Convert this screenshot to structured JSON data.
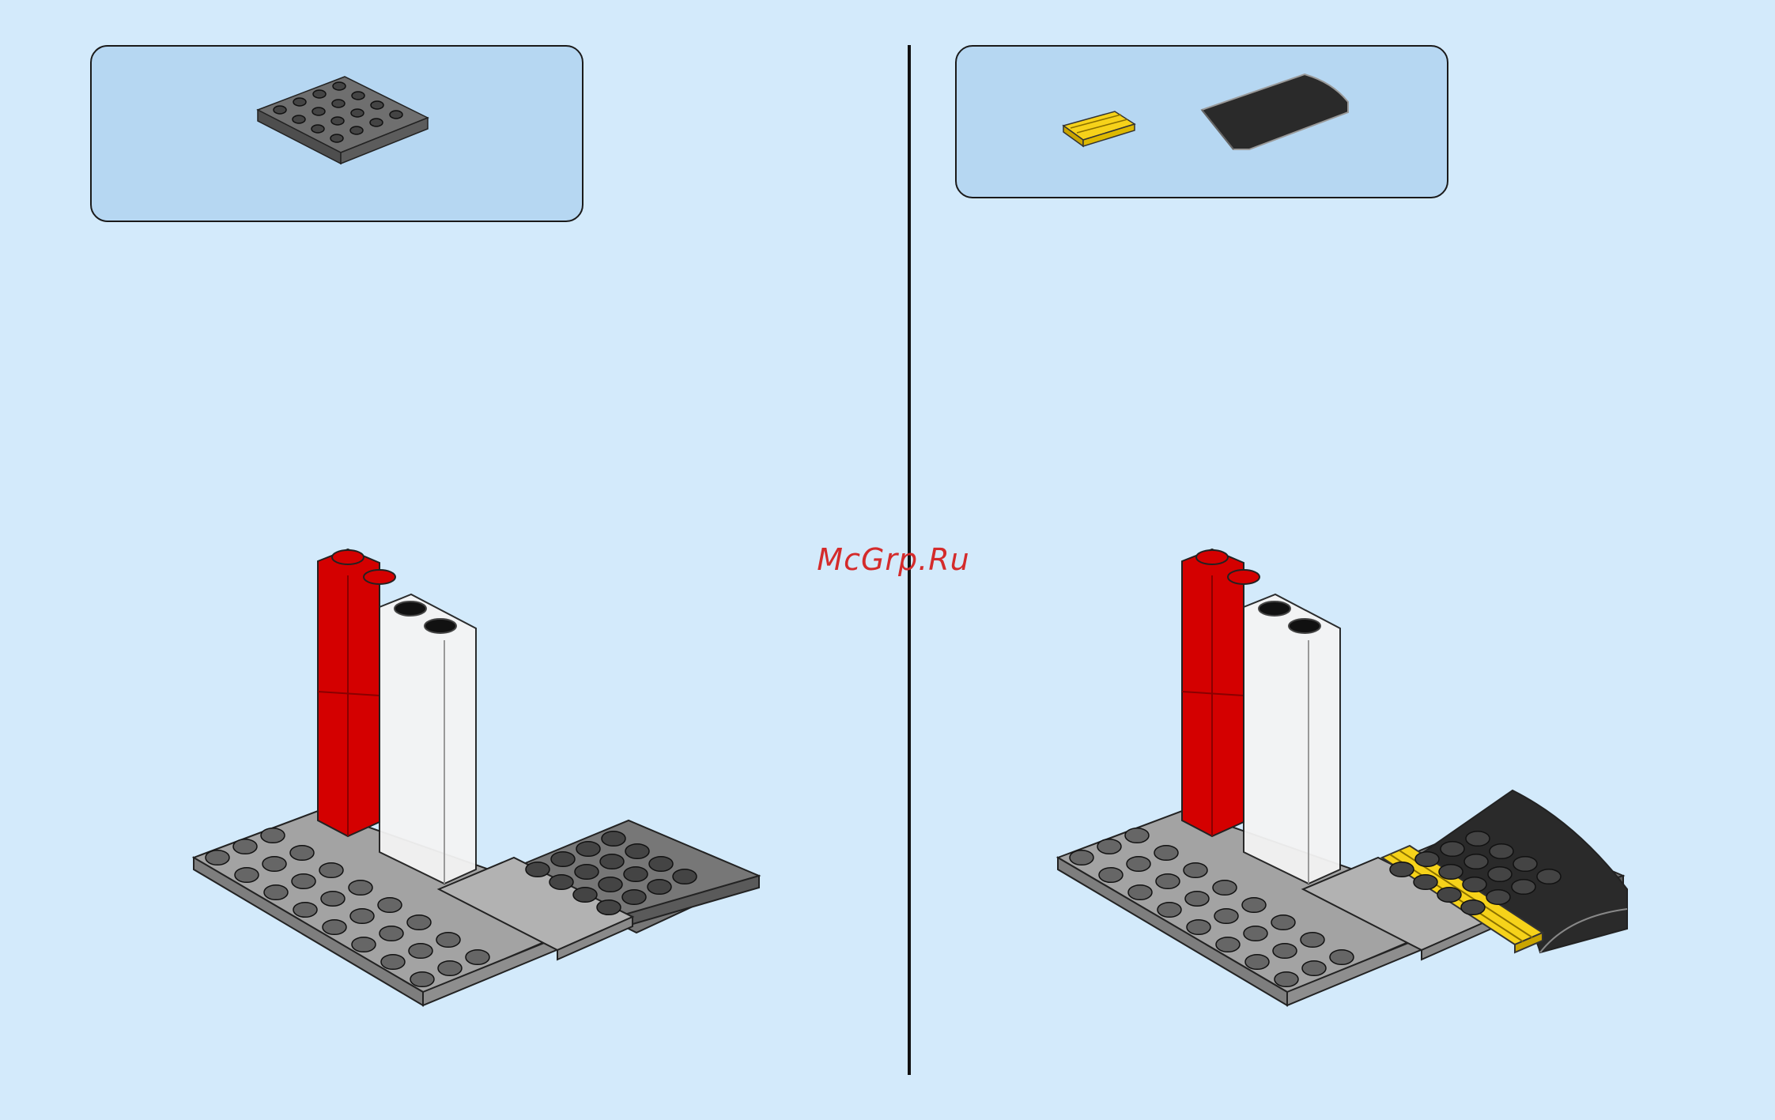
{
  "watermark": {
    "text": "McGrp.Ru",
    "color": "#d42b2b"
  },
  "colors": {
    "background": "#d3eafb",
    "parts_box": "#b6d7f2",
    "divider": "#111111",
    "brick_red": "#d40000",
    "brick_white": "#f4f4f4",
    "plate_light_gray": "#a0a0a0",
    "plate_dark_gray": "#6b6b6b",
    "tile_yellow": "#f6d21a",
    "slope_black": "#2a2a2a"
  },
  "steps": [
    {
      "parts_needed": [
        {
          "icon": "plate-4x4-dark-gray-icon",
          "quantity": 1
        }
      ]
    },
    {
      "parts_needed": [
        {
          "icon": "tile-1x2-grille-yellow-icon",
          "quantity": 1
        },
        {
          "icon": "slope-curved-black-icon",
          "quantity": 1
        }
      ]
    }
  ]
}
